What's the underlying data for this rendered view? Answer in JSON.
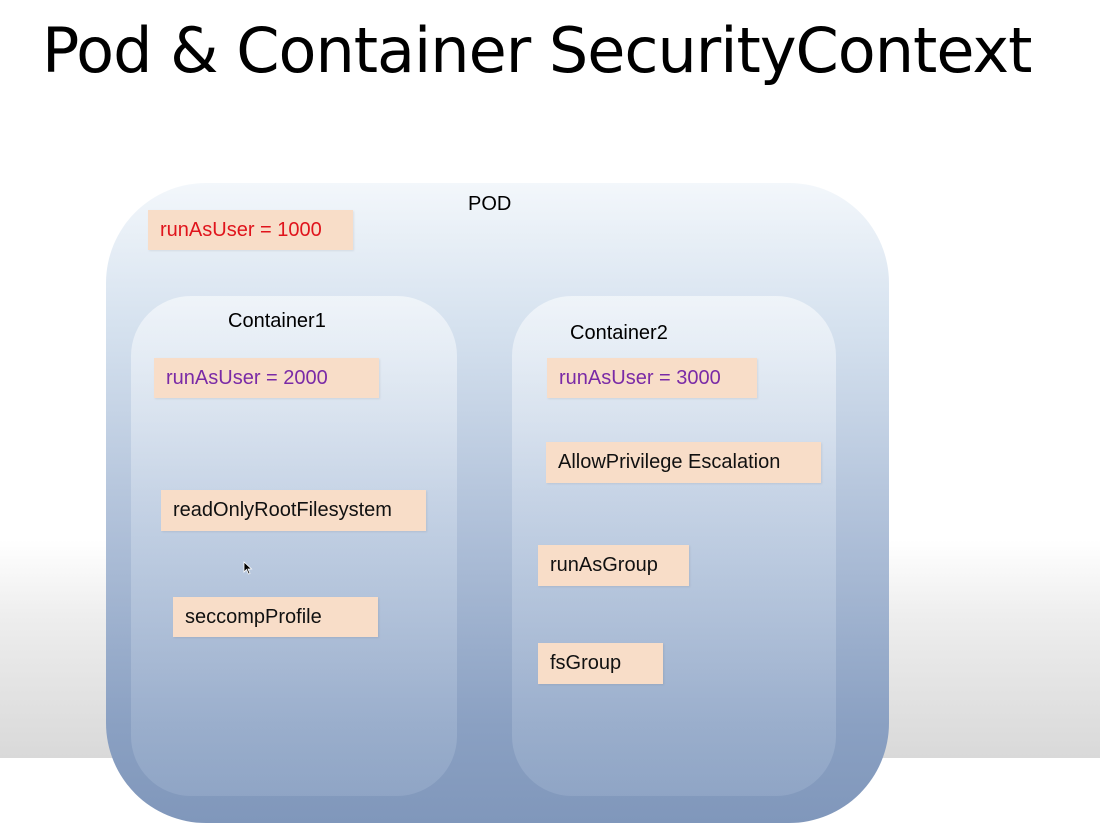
{
  "title": "Pod & Container SecurityContext",
  "pod": {
    "label": "POD",
    "run_as_user": "runAsUser = 1000"
  },
  "container1": {
    "label": "Container1",
    "run_as_user": "runAsUser = 2000",
    "read_only_root_fs": "readOnlyRootFilesystem",
    "seccomp_profile": "seccompProfile"
  },
  "container2": {
    "label": "Container2",
    "run_as_user": "runAsUser = 3000",
    "allow_privilege_escalation": "AllowPrivilege Escalation",
    "run_as_group": "runAsGroup",
    "fs_group": "fsGroup"
  },
  "colors": {
    "pod_user_text": "#e0141c",
    "container_user_text": "#7a2aa6",
    "box_fill": "#f8ddc8"
  }
}
